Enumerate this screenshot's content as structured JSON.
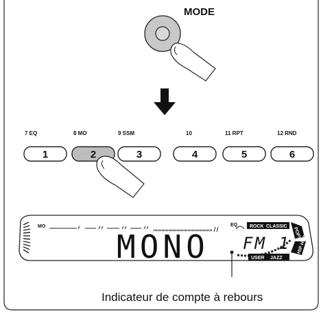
{
  "mode_button": {
    "label": "MODE"
  },
  "arrow": {
    "icon": "down-arrow-icon"
  },
  "presets": [
    {
      "top": "7 EQ",
      "num": "1"
    },
    {
      "top": "8 MO",
      "num": "2",
      "pressed": true
    },
    {
      "top": "9 SSM",
      "num": "3"
    },
    {
      "top": "10",
      "num": "4"
    },
    {
      "top": "11 RPT",
      "num": "5"
    },
    {
      "top": "12 RND",
      "num": "6"
    }
  ],
  "display": {
    "mo_label": "MO",
    "main_text": "MONO",
    "band_text": "FM 1",
    "eq_label": "EQ",
    "eq_modes": [
      "ROCK",
      "CLASSIC",
      "POPS",
      "HIP HOP",
      "JAZZ",
      "USER"
    ]
  },
  "caption": "Indicateur de compte à rebours"
}
